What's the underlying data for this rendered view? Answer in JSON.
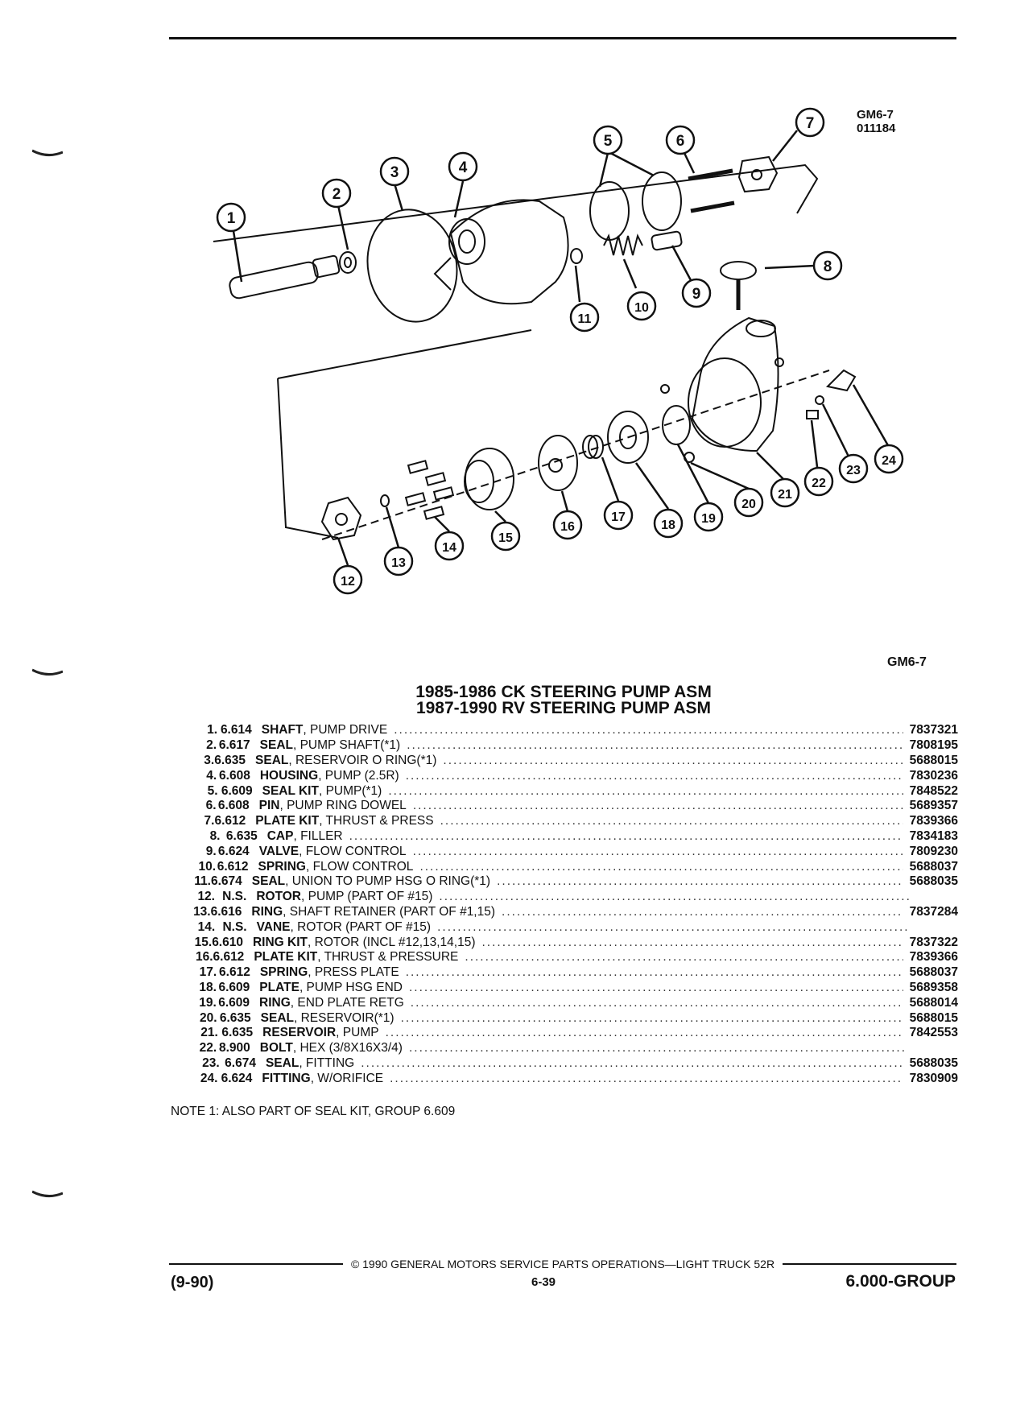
{
  "figure": {
    "code_top": "GM6-7",
    "date_code": "011184",
    "code_bottom": "GM6-7",
    "callouts": [
      "1",
      "2",
      "3",
      "4",
      "5",
      "6",
      "7",
      "8",
      "9",
      "10",
      "11",
      "12",
      "13",
      "14",
      "15",
      "16",
      "17",
      "18",
      "19",
      "20",
      "21",
      "22",
      "23",
      "24"
    ]
  },
  "title": {
    "line1": "1985-1986 CK STEERING PUMP ASM",
    "line2": "1987-1990 RV STEERING PUMP ASM"
  },
  "parts": [
    {
      "num": "1.",
      "group": "6.614",
      "name": "SHAFT",
      "detail": ", PUMP DRIVE",
      "part": "7837321"
    },
    {
      "num": "2.",
      "group": "6.617",
      "name": "SEAL",
      "detail": ", PUMP SHAFT(*1)",
      "part": "7808195"
    },
    {
      "num": "3.",
      "group": "6.635",
      "name": "SEAL",
      "detail": ", RESERVOIR O RING(*1)",
      "part": "5688015"
    },
    {
      "num": "4.",
      "group": "6.608",
      "name": "HOUSING",
      "detail": ", PUMP (2.5R)",
      "part": "7830236"
    },
    {
      "num": "5.",
      "group": "6.609",
      "name": "SEAL KIT",
      "detail": ", PUMP(*1)",
      "part": "7848522"
    },
    {
      "num": "6.",
      "group": "6.608",
      "name": "PIN",
      "detail": ", PUMP RING DOWEL",
      "part": "5689357"
    },
    {
      "num": "7.",
      "group": "6.612",
      "name": "PLATE KIT",
      "detail": ", THRUST & PRESS",
      "part": "7839366"
    },
    {
      "num": "8.",
      "group": "6.635",
      "name": "CAP",
      "detail": ", FILLER",
      "part": "7834183"
    },
    {
      "num": "9.",
      "group": "6.624",
      "name": "VALVE",
      "detail": ", FLOW CONTROL",
      "part": "7809230"
    },
    {
      "num": "10.",
      "group": "6.612",
      "name": "SPRING",
      "detail": ", FLOW CONTROL",
      "part": "5688037"
    },
    {
      "num": "11.",
      "group": "6.674",
      "name": "SEAL",
      "detail": ", UNION TO PUMP HSG O RING(*1)",
      "part": "5688035"
    },
    {
      "num": "12.",
      "group": "N.S.",
      "name": "ROTOR",
      "detail": ", PUMP (PART OF #15)",
      "part": ""
    },
    {
      "num": "13.",
      "group": "6.616",
      "name": "RING",
      "detail": ", SHAFT RETAINER (PART OF #1,15)",
      "part": "7837284"
    },
    {
      "num": "14.",
      "group": "N.S.",
      "name": "VANE",
      "detail": ", ROTOR (PART OF #15)",
      "part": ""
    },
    {
      "num": "15.",
      "group": "6.610",
      "name": "RING KIT",
      "detail": ", ROTOR (INCL #12,13,14,15)",
      "part": "7837322"
    },
    {
      "num": "16.",
      "group": "6.612",
      "name": "PLATE KIT",
      "detail": ", THRUST & PRESSURE",
      "part": "7839366"
    },
    {
      "num": "17.",
      "group": "6.612",
      "name": "SPRING",
      "detail": ", PRESS PLATE",
      "part": "5688037"
    },
    {
      "num": "18.",
      "group": "6.609",
      "name": "PLATE",
      "detail": ", PUMP HSG END",
      "part": "5689358"
    },
    {
      "num": "19.",
      "group": "6.609",
      "name": "RING",
      "detail": ", END PLATE RETG",
      "part": "5688014"
    },
    {
      "num": "20.",
      "group": "6.635",
      "name": "SEAL",
      "detail": ", RESERVOIR(*1)",
      "part": "5688015"
    },
    {
      "num": "21.",
      "group": "6.635",
      "name": "RESERVOIR",
      "detail": ", PUMP",
      "part": "7842553"
    },
    {
      "num": "22.",
      "group": "8.900",
      "name": "BOLT",
      "detail": ", HEX (3/8X16X3/4)",
      "part": ""
    },
    {
      "num": "23.",
      "group": "6.674",
      "name": "SEAL",
      "detail": ", FITTING",
      "part": "5688035"
    },
    {
      "num": "24.",
      "group": "6.624",
      "name": "FITTING",
      "detail": ", W/ORIFICE",
      "part": "7830909"
    }
  ],
  "note": "NOTE  1:  ALSO PART OF SEAL KIT, GROUP 6.609",
  "footer": {
    "copyright": "© 1990  GENERAL MOTORS SERVICE PARTS OPERATIONS—LIGHT TRUCK 52R",
    "date": "(9-90)",
    "page": "6-39",
    "group": "6.000-GROUP"
  }
}
